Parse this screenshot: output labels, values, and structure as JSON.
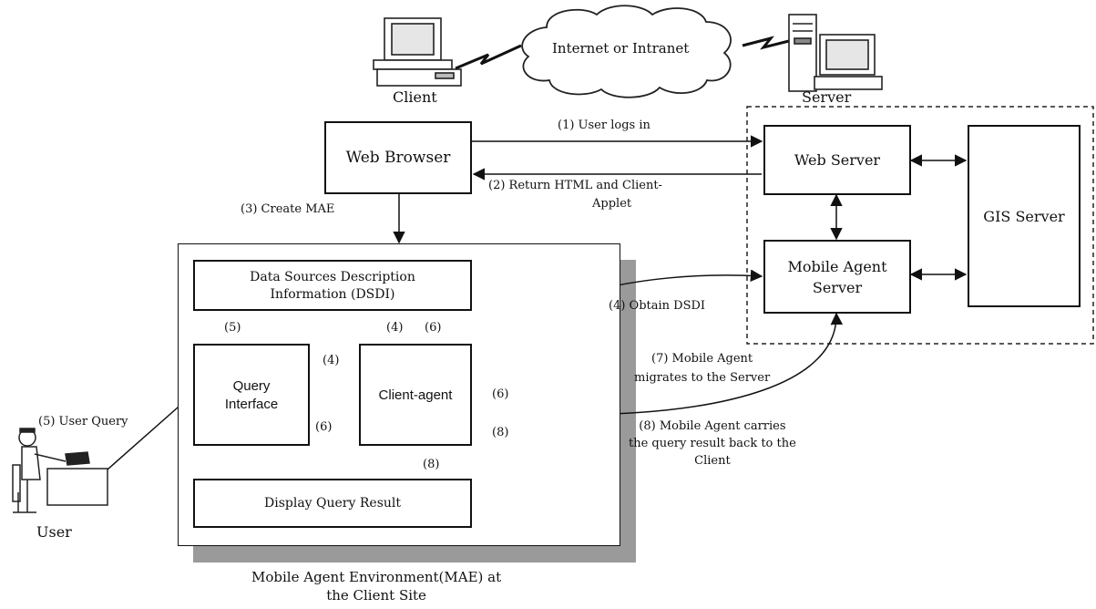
{
  "top": {
    "cloud_label": "Internet or Intranet",
    "client_label": "Client",
    "server_label": "Server"
  },
  "boxes": {
    "web_browser": "Web Browser",
    "web_server": "Web Server",
    "gis_server": "GIS Server",
    "mobile_agent_server_line1": "Mobile Agent",
    "mobile_agent_server_line2": "Server",
    "dsdi_line1": "Data Sources Description",
    "dsdi_line2": "Information (DSDI)",
    "query_interface_line1": "Query",
    "query_interface_line2": "Interface",
    "client_agent": "Client-agent",
    "display_result": "Display Query Result"
  },
  "flows": {
    "step1": "(1) User logs in",
    "step2_line1": "(2) Return HTML and Client-",
    "step2_line2": "Applet",
    "step3": "(3) Create MAE",
    "step4": "(4) Obtain DSDI",
    "step5": "(5) User Query",
    "step7_line1": "(7) Mobile Agent",
    "step7_line2": "migrates to the Server",
    "step8_line1": "(8) Mobile Agent carries",
    "step8_line2": "the query result back to the",
    "step8_line3": "Client",
    "n5": "(5)",
    "n4a": "(4)",
    "n6a": "(6)",
    "n4b": "(4)",
    "n6b": "(6)",
    "n6c": "(6)",
    "n8a": "(8)",
    "n8b": "(8)"
  },
  "bottom": {
    "user_label": "User",
    "mae_line1": "Mobile Agent Environment(MAE) at",
    "mae_line2": "the Client Site"
  }
}
